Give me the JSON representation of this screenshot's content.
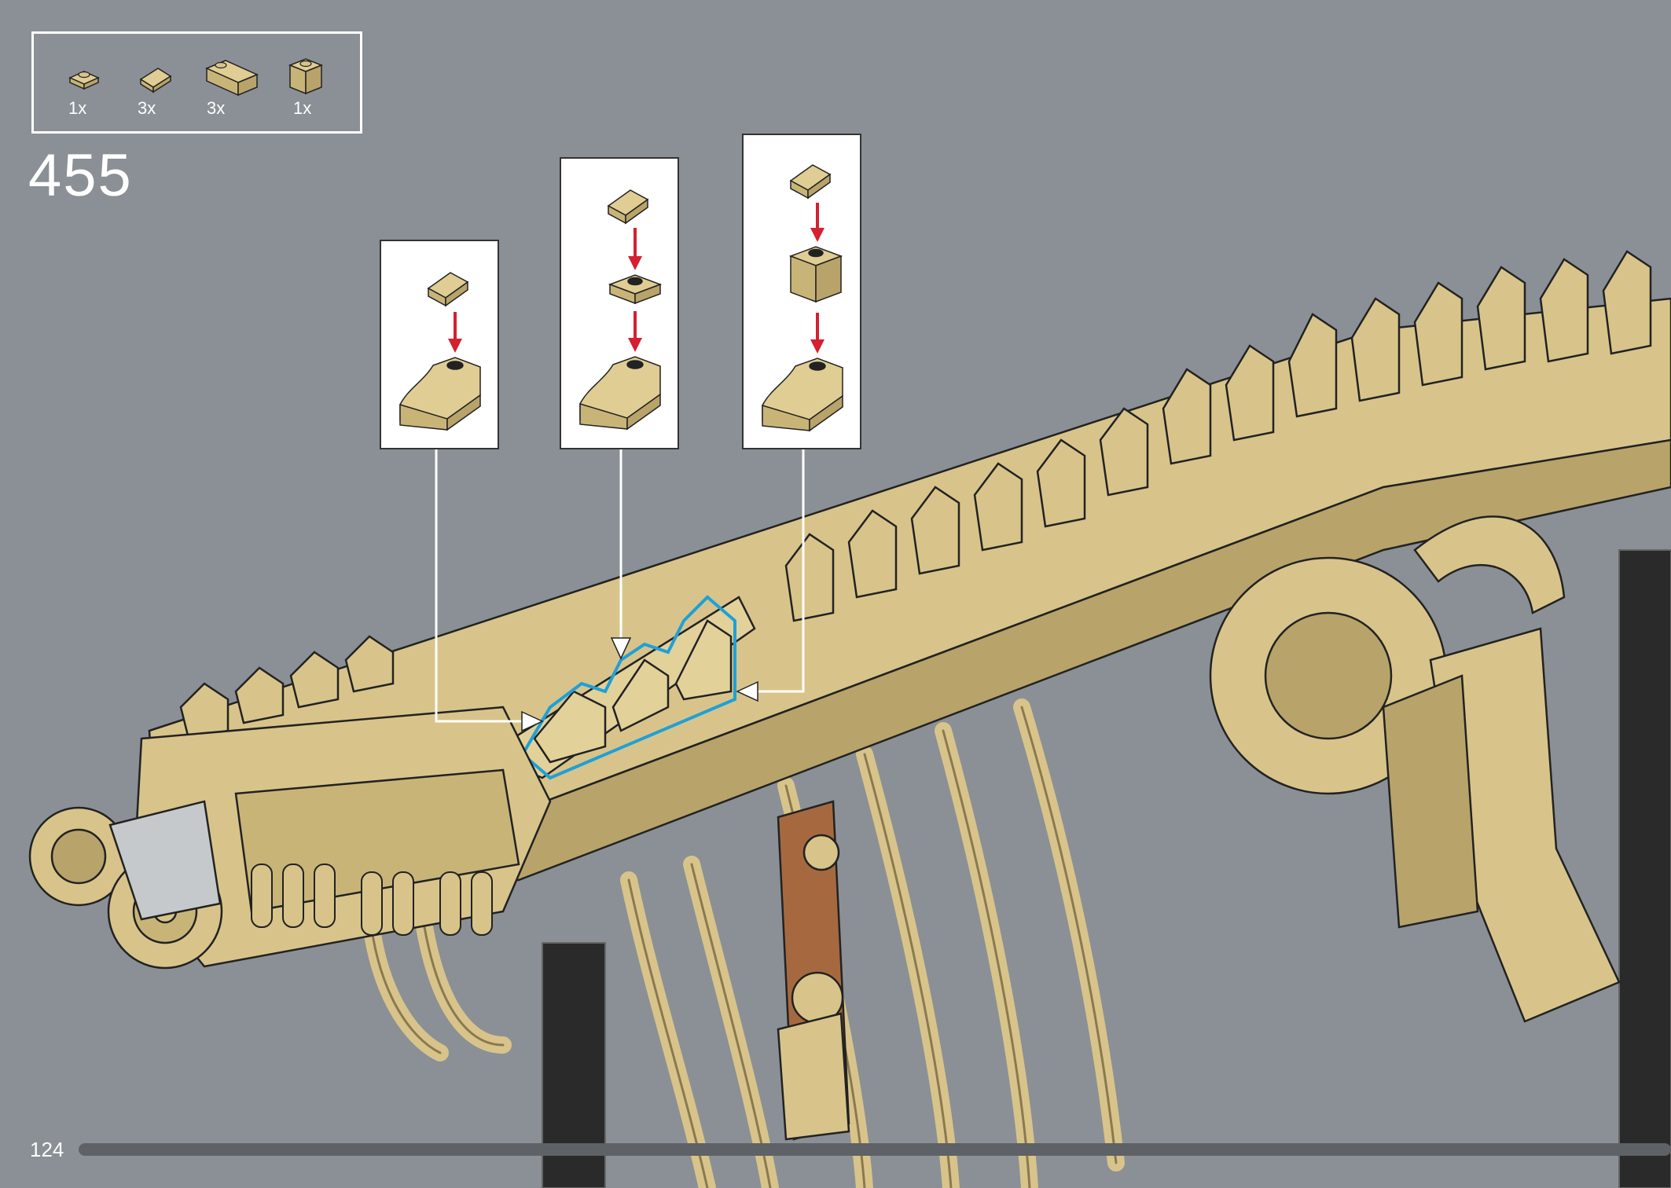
{
  "step": {
    "number": "455"
  },
  "page": {
    "number": "124"
  },
  "parts_list": [
    {
      "name": "tan-plate-1x1-round",
      "qty": "1x"
    },
    {
      "name": "tan-slope-1x1",
      "qty": "3x"
    },
    {
      "name": "tan-curved-slope-1x2",
      "qty": "3x"
    },
    {
      "name": "tan-brick-1x1",
      "qty": "1x"
    }
  ],
  "callouts": [
    {
      "name": "sub-assembly-slope-on-curve"
    },
    {
      "name": "sub-assembly-slope-plate-curve"
    },
    {
      "name": "sub-assembly-slope-brick-curve"
    }
  ],
  "colors": {
    "background": "#8a9095",
    "tan": "#d8c48a",
    "dark_tan": "#a8946a",
    "highlight": "#1fa0d8",
    "arrow": "#d42030",
    "stand": "#2a2a2a"
  }
}
